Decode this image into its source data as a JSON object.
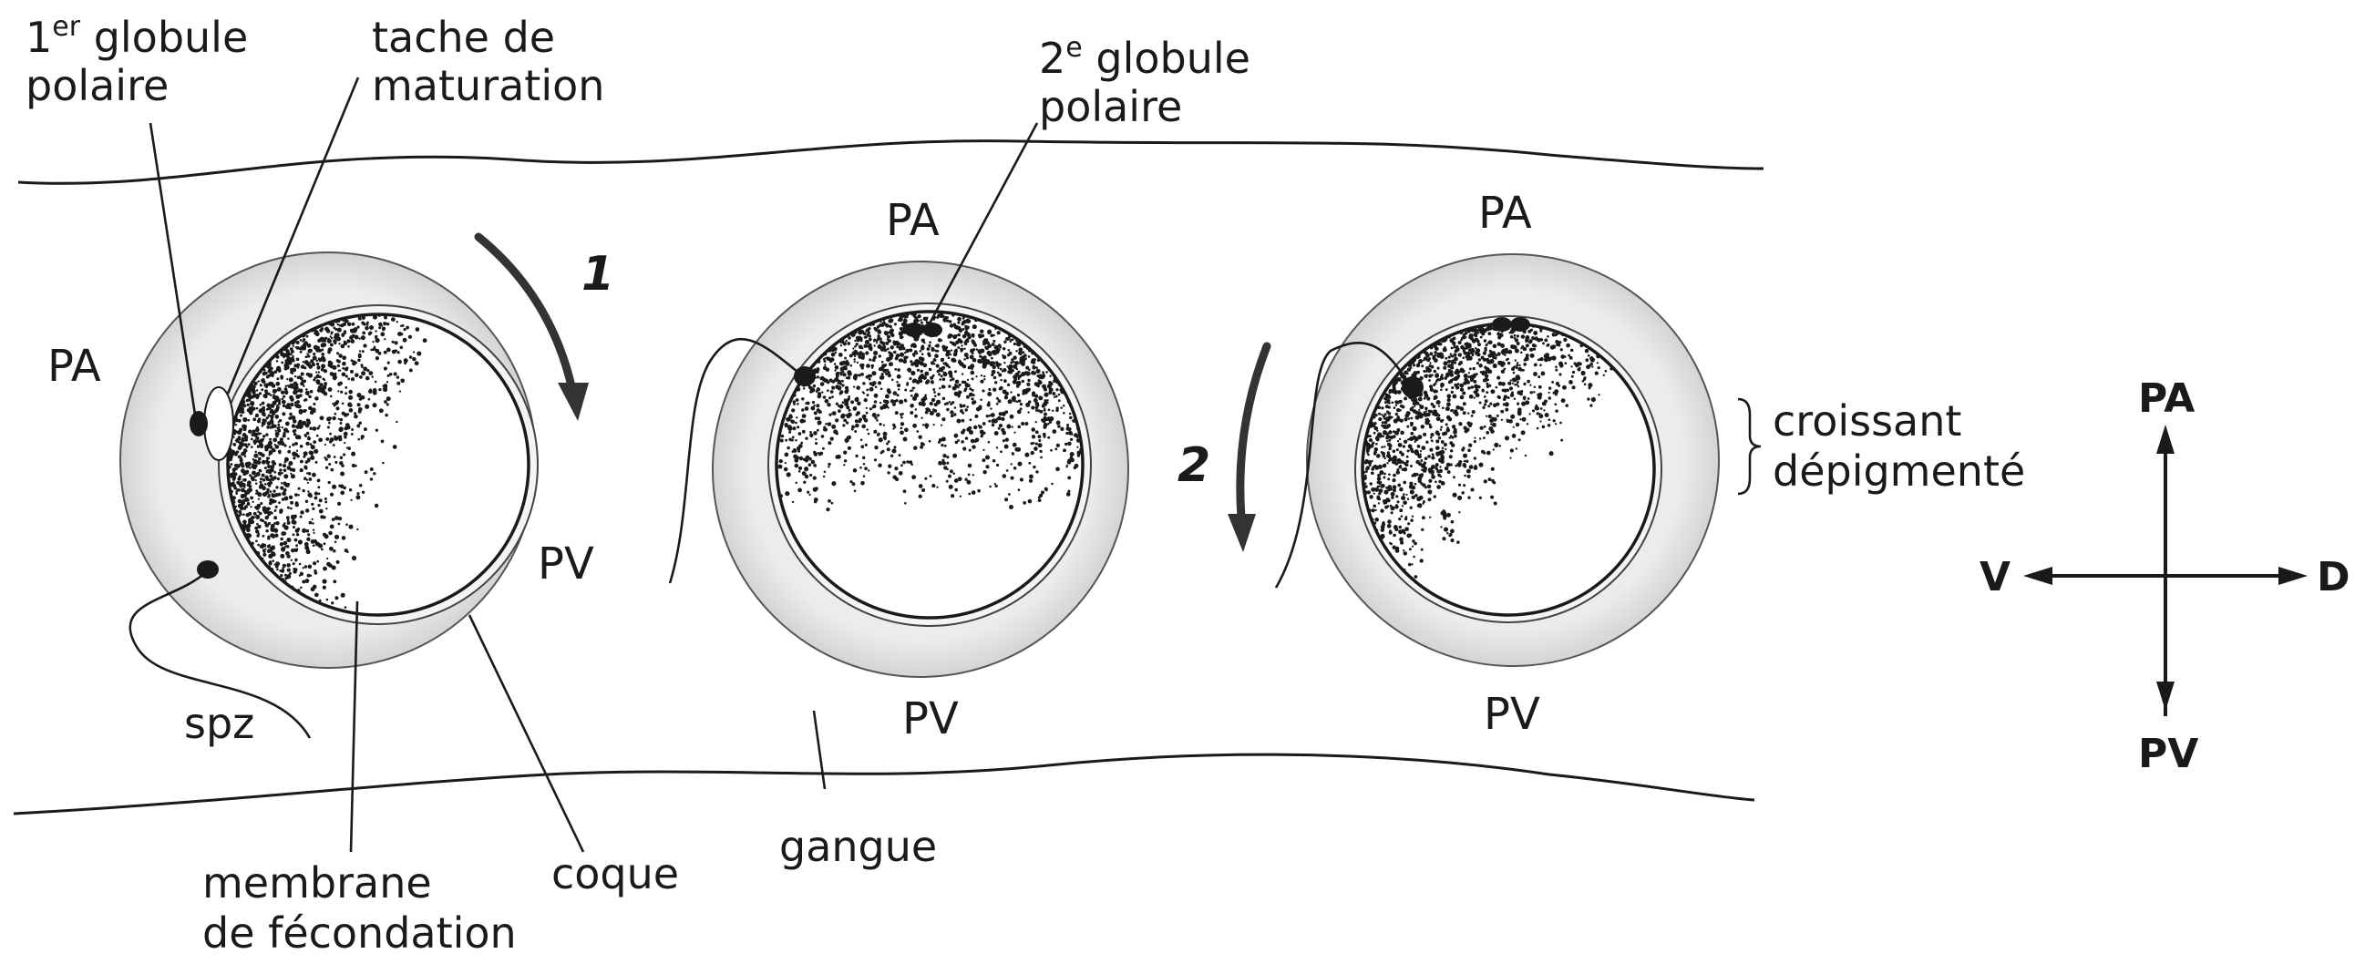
{
  "labels": {
    "first_polar_body": {
      "line1_prefix": "1",
      "line1_sup": "er",
      "line1_rest": " globule",
      "line2": "polaire"
    },
    "maturation_spot": {
      "line1": "tache de",
      "line2": "maturation"
    },
    "second_polar_body": {
      "line1_prefix": "2",
      "line1_sup": "e",
      "line1_rest": " globule",
      "line2": "polaire"
    },
    "depigmented_crescent": {
      "line1": "croissant",
      "line2": "dépigmenté"
    },
    "fertilization_membrane": {
      "line1": "membrane",
      "line2": "de fécondation"
    },
    "shell": "coque",
    "jelly": "gangue",
    "sperm": "spz"
  },
  "poles": {
    "animal": "PA",
    "vegetal": "PV"
  },
  "rotation_steps": [
    "1",
    "2"
  ],
  "axes": {
    "top": "PA",
    "bottom": "PV",
    "left": "V",
    "right": "D"
  },
  "colors": {
    "ink": "#1a1a1a",
    "shell_fill": "#e6e6e6",
    "pigment": "#1a1a1a",
    "paper": "#ffffff"
  }
}
